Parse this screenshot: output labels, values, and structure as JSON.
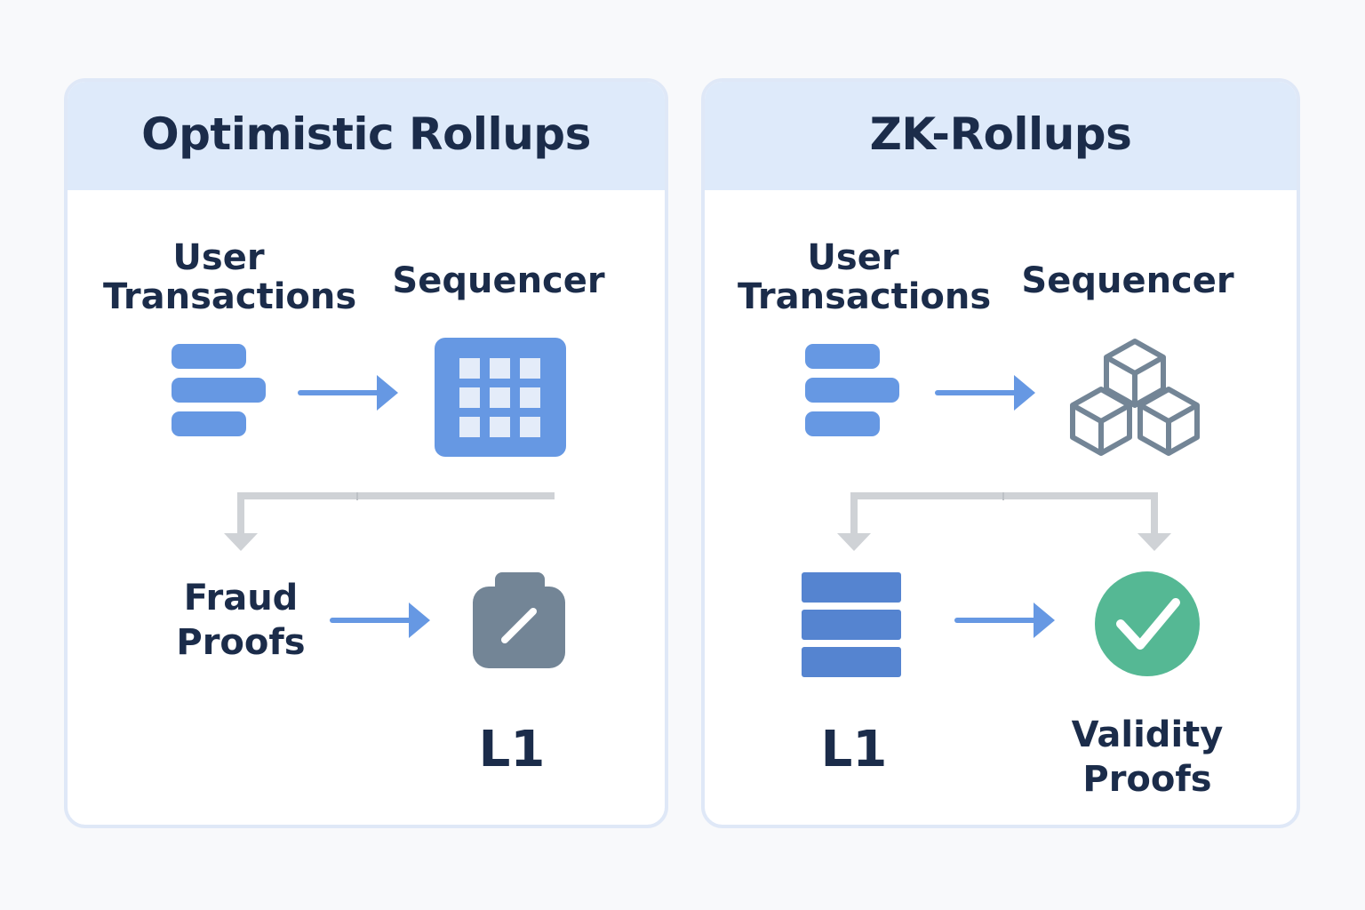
{
  "optimistic": {
    "title": "Optimistic Rollups",
    "user_tx_line1": "User",
    "user_tx_line2": "Transactions",
    "sequencer": "Sequencer",
    "fraud_line1": "Fraud",
    "fraud_line2": "Proofs",
    "l1": "L1"
  },
  "zk": {
    "title": "ZK-Rollups",
    "user_tx_line1": "User",
    "user_tx_line2": "Transactions",
    "sequencer": "Sequencer",
    "l1": "L1",
    "validity_line1": "Validity",
    "validity_line2": "Proofs"
  },
  "colors": {
    "accent_blue": "#6698e3",
    "dark_text": "#1b2c4a",
    "gray_icon": "#738596",
    "connector_gray": "#cfd2d6",
    "check_green": "#55b894",
    "header_bg": "#deeafa"
  },
  "icons": [
    "stack-icon",
    "grid-icon",
    "clipboard-icon",
    "cubes-icon",
    "database-icon",
    "check-circle-icon"
  ]
}
